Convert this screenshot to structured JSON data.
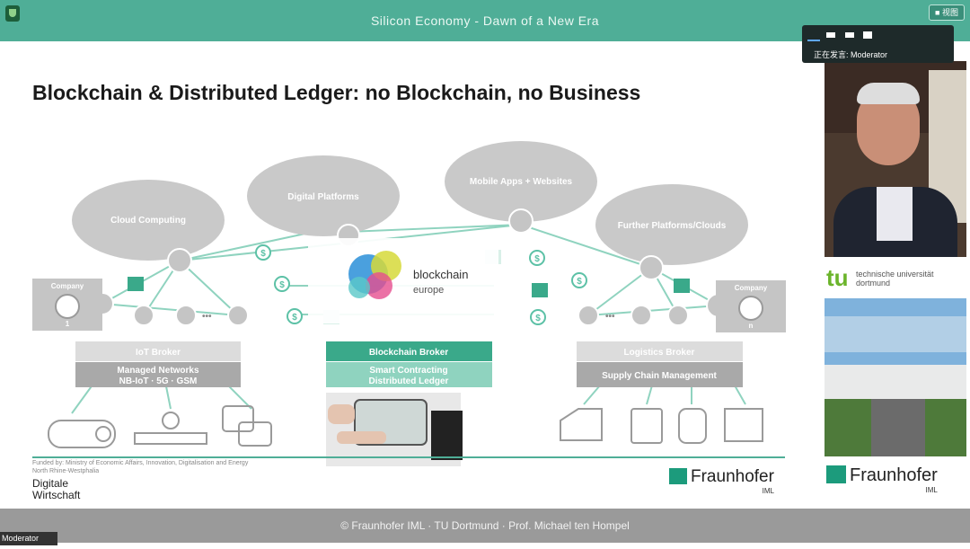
{
  "window": {
    "title": "Silicon Economy - Dawn of a New Era",
    "view_button": "■ 视图"
  },
  "popup": {
    "speaking_text": "正在发言: Moderator"
  },
  "slide": {
    "headline": "Blockchain & Distributed Ledger: no Blockchain, no Business",
    "clouds": [
      "Cloud Computing",
      "Digital Platforms",
      "Mobile Apps + Websites",
      "Further Platforms/Clouds"
    ],
    "company_left": {
      "label": "Company",
      "num": "1"
    },
    "company_right": {
      "label": "Company",
      "num": "n"
    },
    "iot_broker": "IoT Broker",
    "managed_networks_line1": "Managed Networks",
    "managed_networks_line2": "NB-IoT · 5G · GSM",
    "blockchain_word": "blockchain",
    "europe_word": "europe",
    "blockchain_broker": "Blockchain Broker",
    "smart_contracting_line1": "Smart Contracting",
    "smart_contracting_line2": "Distributed Ledger",
    "logistics_broker": "Logistics Broker",
    "supply_chain": "Supply Chain Management",
    "dollar": "$",
    "dots": "•••",
    "funded_line1": "Funded by: Ministry of Economic Affairs, Innovation, Digitalisation and Energy",
    "funded_line2": "North Rhine-Westphalia",
    "digitale": "Digitale",
    "wirtschaft": "Wirtschaft",
    "fraunhofer": "Fraunhofer",
    "iml": "IML",
    "footer": "© Fraunhofer IML · TU Dortmund · Prof. Michael ten Hompel"
  },
  "side": {
    "tu_short": "tu",
    "tu_line1": "technische universität",
    "tu_line2": "dortmund",
    "fraunhofer": "Fraunhofer",
    "iml": "IML"
  },
  "bottom": {
    "moderator_label": "Moderator"
  },
  "colors": {
    "accent": "#4fae97",
    "cloud": "#c8c8c8",
    "box_dark": "#a9a9a9",
    "teal": "#5cc1a6"
  }
}
